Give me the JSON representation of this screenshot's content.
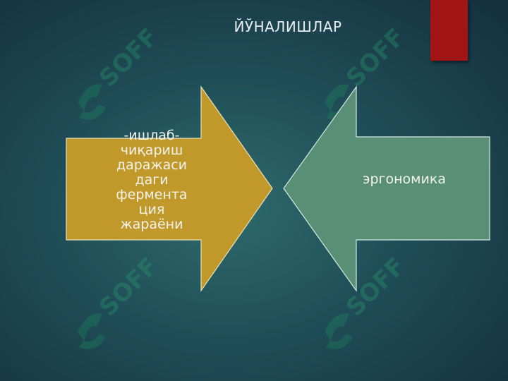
{
  "slide": {
    "title": "ЙЎНАЛИШЛАР"
  },
  "arrows": {
    "left": {
      "label": "-ишлаб-чиқариш даражаси даги фермента ция жараёни",
      "color": "#c1992b"
    },
    "right": {
      "label": "эргономика",
      "color": "#5a8f77"
    }
  },
  "watermark": {
    "text": "SOFF"
  },
  "colors": {
    "accent_tab": "#a31514"
  }
}
